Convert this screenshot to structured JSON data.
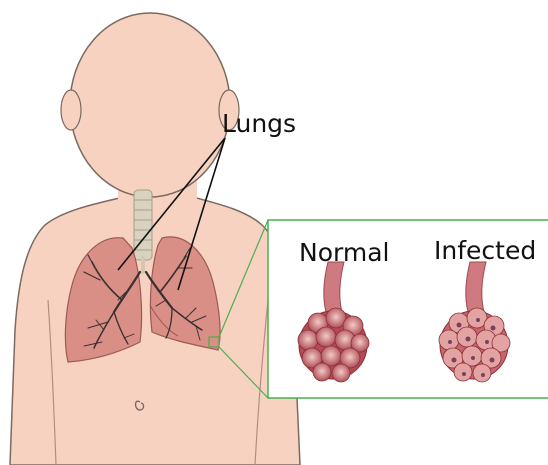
{
  "labels": {
    "lungs": "Lungs",
    "normal": "Normal",
    "infected": "Infected"
  },
  "colors": {
    "skin": "#f7d2c0",
    "outline": "#7a6a60",
    "lung": "#d98f86",
    "bronchi": "#3a3030",
    "trachea": "#d8d2bf",
    "inset_border": "#4caf50",
    "alveoli": "#c95c66"
  }
}
